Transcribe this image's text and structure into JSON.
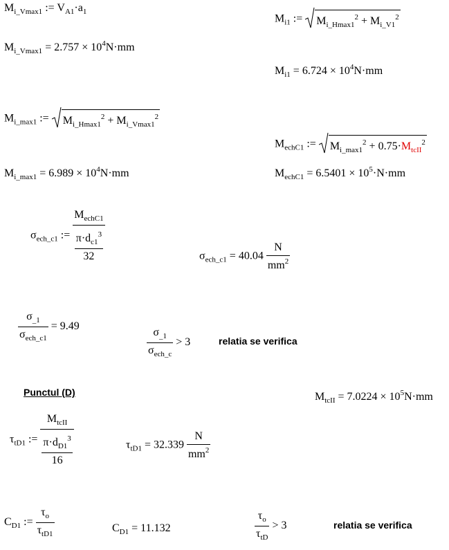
{
  "m_vmax_def": {
    "lhs": "M",
    "lhs_sub": "i_Vmax1",
    "op": ":=",
    "a": "V",
    "a_sub": "A1",
    "dot": "·",
    "b": "a",
    "b_sub": "1"
  },
  "m_vmax_res": {
    "lhs": "M",
    "lhs_sub": "i_Vmax1",
    "eq": "=",
    "mant": "2.757 × 10",
    "exp": "4",
    "unit": "N·mm"
  },
  "m_i1_def": {
    "lhs": "M",
    "lhs_sub": "i1",
    "op": ":=",
    "t1": "M",
    "t1_sub": "i_Hmax1",
    "p1": "2",
    "plus": "+",
    "t2": "M",
    "t2_sub": "i_V1",
    "p2": "2"
  },
  "m_i1_res": {
    "lhs": "M",
    "lhs_sub": "i1",
    "eq": "=",
    "mant": "6.724 × 10",
    "exp": "4",
    "unit": "N·mm"
  },
  "m_max_def": {
    "lhs": "M",
    "lhs_sub": "i_max1",
    "op": ":=",
    "t1": "M",
    "t1_sub": "i_Hmax1",
    "p1": "2",
    "plus": "+",
    "t2": "M",
    "t2_sub": "i_Vmax1",
    "p2": "2"
  },
  "m_max_res": {
    "lhs": "M",
    "lhs_sub": "i_max1",
    "eq": "=",
    "mant": "6.989 × 10",
    "exp": "4",
    "unit": "N·mm"
  },
  "m_ech_def": {
    "lhs": "M",
    "lhs_sub": "echC1",
    "op": ":=",
    "t1": "M",
    "t1_sub": "i_max1",
    "p1": "2",
    "plus": "+ 0.75·",
    "t2": "M",
    "t2_sub": "tcII",
    "p2": "2"
  },
  "m_ech_res": {
    "lhs": "M",
    "lhs_sub": "echC1",
    "eq": "=",
    "mant": "6.5401 × 10",
    "exp": "5",
    "unit": "·N·mm"
  },
  "sig_def": {
    "lhs": "σ",
    "lhs_sub": "ech_c1",
    "op": ":=",
    "num": "M",
    "num_sub": "echC1",
    "den_top": "π·d",
    "den_top_sub": "c1",
    "den_top_sup": "3",
    "den_bot": "32"
  },
  "sig_res": {
    "lhs": "σ",
    "lhs_sub": "ech_c1",
    "eq": "=",
    "val": "40.04",
    "u_num": "N",
    "u_den": "mm",
    "u_den_sup": "2"
  },
  "ratio1": {
    "num": "σ",
    "num_sub": "_1",
    "den": "σ",
    "den_sub": "ech_c1",
    "eq": "= 9.49"
  },
  "ratio2": {
    "num": "σ",
    "num_sub": "_1",
    "den": "σ",
    "den_sub": "ech_c",
    "cmp": "> 3"
  },
  "verif1": "relatia  se  verifica",
  "section_title": "Punctul (D)",
  "m_tcii": {
    "lhs": "M",
    "lhs_sub": "tcII",
    "eq": "=",
    "mant": "7.0224 × 10",
    "exp": "5",
    "unit": "N·mm"
  },
  "tau_def": {
    "lhs": "τ",
    "lhs_sub": "tD1",
    "op": ":=",
    "num": "M",
    "num_sub": "tcII",
    "den_top": "π·d",
    "den_top_sub": "D1",
    "den_top_sup": "3",
    "den_bot": "16"
  },
  "tau_res": {
    "lhs": "τ",
    "lhs_sub": "tD1",
    "eq": "=",
    "val": "32.339",
    "u_num": "N",
    "u_den": "mm",
    "u_den_sup": "2"
  },
  "c_def": {
    "lhs": "C",
    "lhs_sub": "D1",
    "op": ":=",
    "num": "τ",
    "num_sub": "o",
    "den": "τ",
    "den_sub": "tD1"
  },
  "c_res": {
    "lhs": "C",
    "lhs_sub": "D1",
    "eq": "=",
    "val": "11.132"
  },
  "ratio3": {
    "num": "τ",
    "num_sub": "o",
    "den": "τ",
    "den_sub": "tD",
    "cmp": "> 3"
  },
  "verif2": "relatia  se  verifica",
  "colors": {
    "highlight": "#e00000"
  }
}
